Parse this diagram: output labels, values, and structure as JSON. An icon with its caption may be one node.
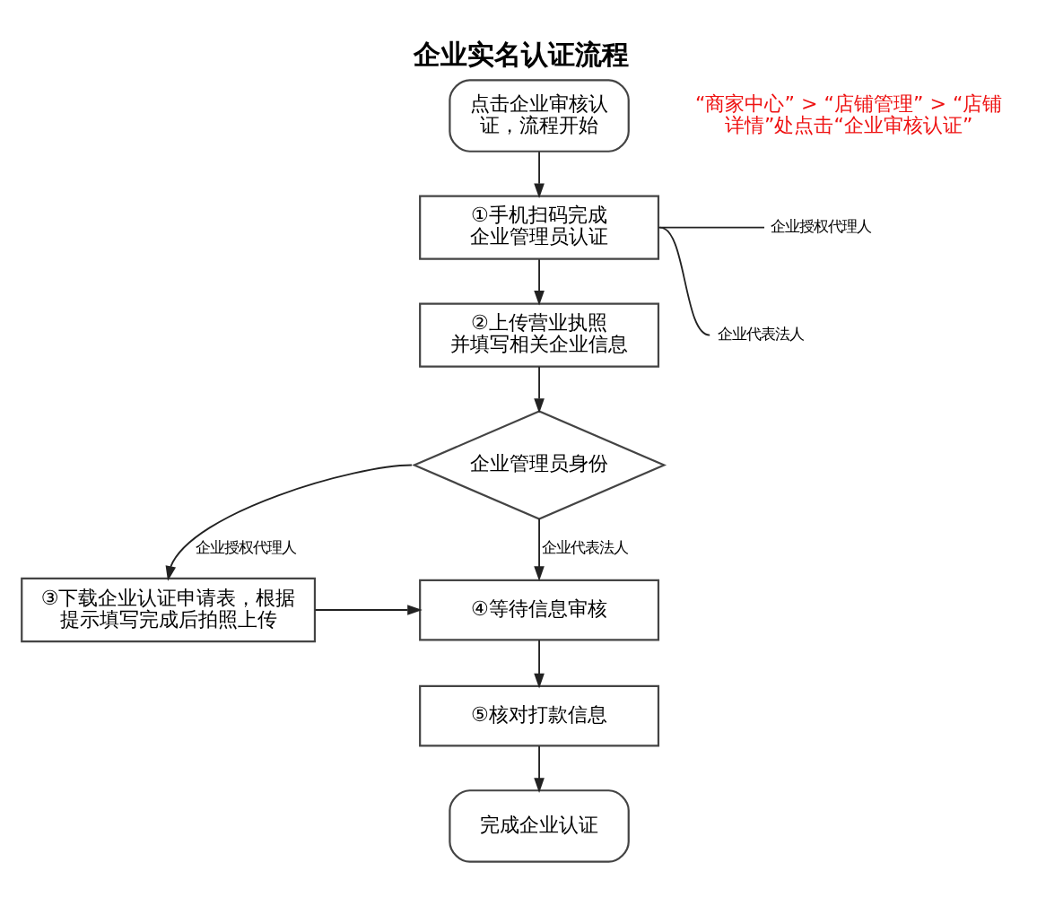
{
  "diagram": {
    "title": "企业实名认证流程",
    "nodes": [
      {
        "text": [
          "点击企业审核认证，流程开始"
        ]
      },
      {
        "text": [
          "①手机扫码完成企业管理员认证"
        ]
      },
      {
        "text": [
          "企业授权代理人"
        ]
      },
      {
        "text": [
          "企业代表法人"
        ]
      },
      {
        "text": [
          "②上传营业执照并填写相关企业信息"
        ]
      },
      {
        "text": [
          "企业管理员身份"
        ]
      },
      {
        "text": [
          "③下载企业认证申请表，根据提示填写完成后拍照上传"
        ]
      },
      {
        "text": [
          "④等待信息审核"
        ]
      },
      {
        "text": [
          "⑤核对打款信息"
        ]
      },
      {
        "text": [
          "完成企业认证"
        ]
      }
    ],
    "edges": [
      {
        "from": 0,
        "to": 1,
        "arrow": "to"
      },
      {
        "from": 1,
        "to": 2,
        "arrow": "none"
      },
      {
        "from": 1,
        "to": 3,
        "arrow": "none"
      },
      {
        "from": 1,
        "to": 4,
        "arrow": "to"
      },
      {
        "from": 4,
        "to": 5,
        "arrow": "to"
      },
      {
        "from": 5,
        "to": 6,
        "arrow": "to",
        "label": "企业授权代理人"
      },
      {
        "from": 5,
        "to": 7,
        "arrow": "to",
        "label": "企业代表法人"
      },
      {
        "from": 6,
        "to": 7,
        "arrow": "to"
      },
      {
        "from": 7,
        "to": 8,
        "arrow": "to"
      },
      {
        "from": 8,
        "to": 9,
        "arrow": "to"
      }
    ],
    "labels": [
      "“商家中心” > “店铺管理” > “店铺详情”处点击“企业审核认证”"
    ]
  }
}
